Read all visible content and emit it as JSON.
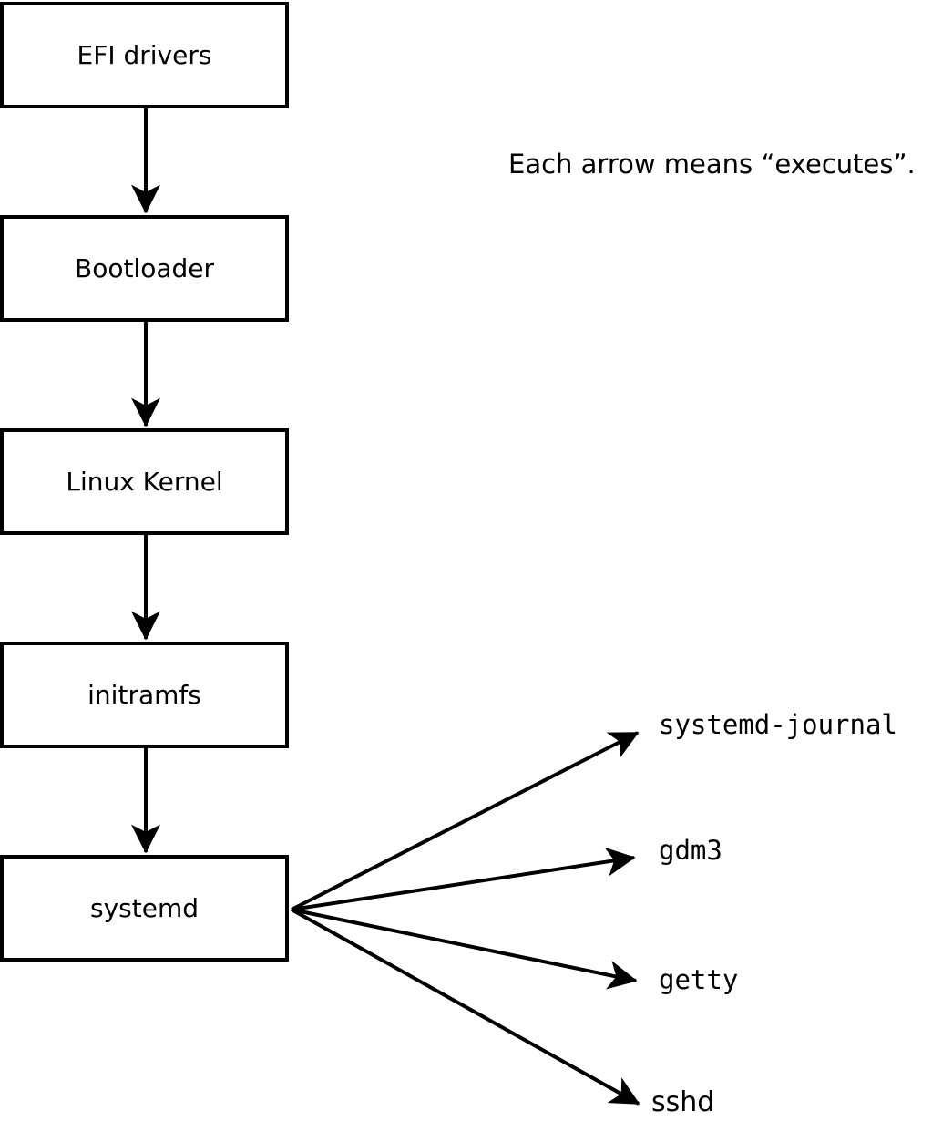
{
  "diagram": {
    "annotation": "Each arrow means “executes”.",
    "arrow_meaning": "executes",
    "chain": [
      {
        "label": "EFI drivers"
      },
      {
        "label": "Bootloader"
      },
      {
        "label": "Linux Kernel"
      },
      {
        "label": "initramfs"
      },
      {
        "label": "systemd"
      }
    ],
    "targets": [
      {
        "label": "systemd-journal"
      },
      {
        "label": "gdm3"
      },
      {
        "label": "getty"
      },
      {
        "label": "sshd"
      }
    ],
    "edges": [
      {
        "from": "EFI drivers",
        "to": "Bootloader"
      },
      {
        "from": "Bootloader",
        "to": "Linux Kernel"
      },
      {
        "from": "Linux Kernel",
        "to": "initramfs"
      },
      {
        "from": "initramfs",
        "to": "systemd"
      },
      {
        "from": "systemd",
        "to": "systemd-journal"
      },
      {
        "from": "systemd",
        "to": "gdm3"
      },
      {
        "from": "systemd",
        "to": "getty"
      },
      {
        "from": "systemd",
        "to": "sshd"
      }
    ],
    "colors": {
      "line": "#000000",
      "text": "#000000",
      "box_fill": "#ffffff",
      "background": "#ffffff"
    }
  }
}
